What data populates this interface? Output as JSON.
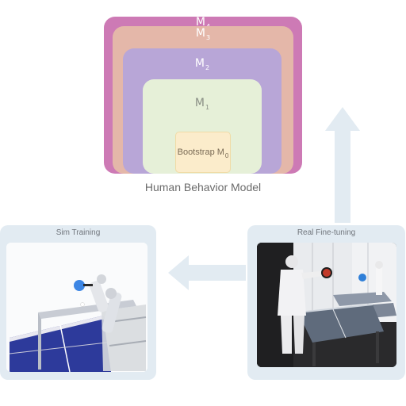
{
  "diagram": {
    "model_levels": [
      {
        "name": "M",
        "sub": "4"
      },
      {
        "name": "M",
        "sub": "3"
      },
      {
        "name": "M",
        "sub": "2"
      },
      {
        "name": "M",
        "sub": "1"
      }
    ],
    "bootstrap_label": "Bootstrap M",
    "bootstrap_sub": "0",
    "model_caption": "Human Behavior Model",
    "sim_panel_title": "Sim Training",
    "real_panel_title": "Real Fine-tuning",
    "colors": {
      "m4": "#cd7ab5",
      "m3": "#e4b7a9",
      "m2": "#b8a6d7",
      "m1": "#e6f0d8",
      "bootstrap": "#fbeccb",
      "panel": "#e2ebf2",
      "arrow": "#e2ebf2",
      "table_blue": "#2d3a9b"
    }
  }
}
